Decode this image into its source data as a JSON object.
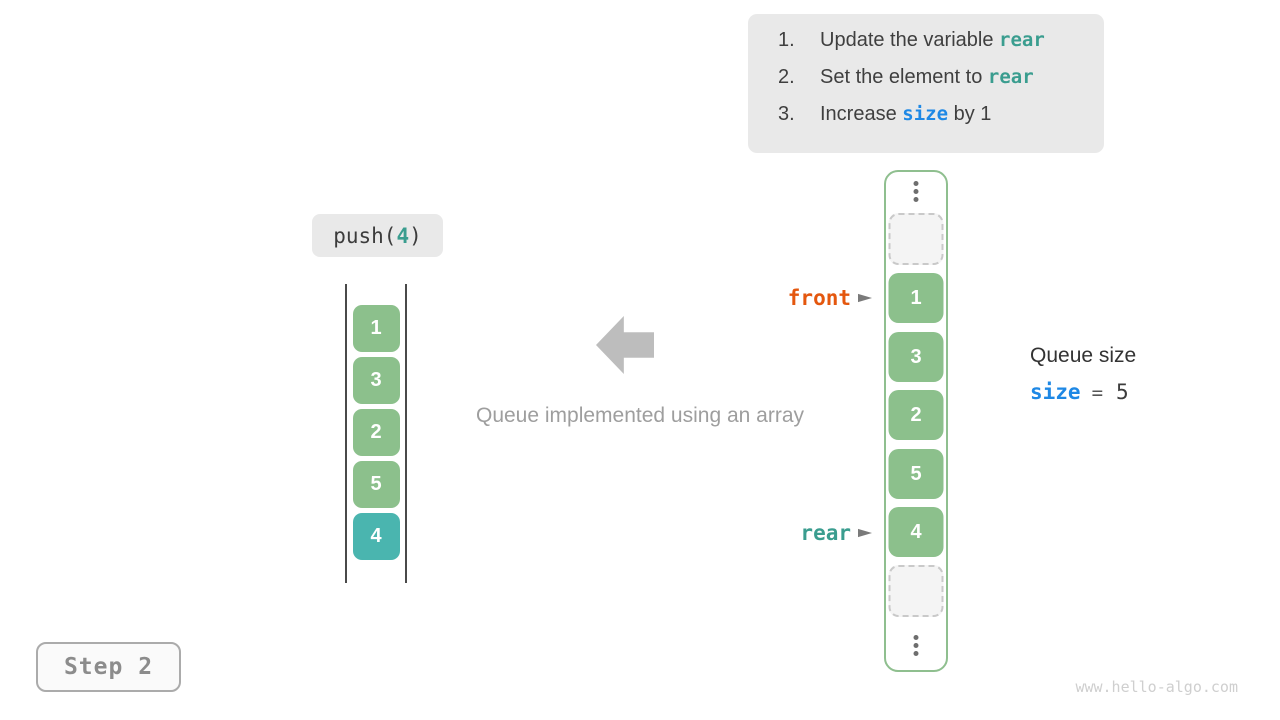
{
  "steps_panel": {
    "items": [
      {
        "num": "1.",
        "pre": "Update the variable ",
        "code": "rear",
        "post": ""
      },
      {
        "num": "2.",
        "pre": "Set the element to ",
        "code": "rear",
        "post": ""
      },
      {
        "num": "3.",
        "pre": "Increase ",
        "code": "size",
        "post": " by 1"
      }
    ]
  },
  "push_badge": {
    "fn": "push(",
    "arg": "4",
    "close": ")"
  },
  "left_stack": {
    "values": [
      "1",
      "3",
      "2",
      "5",
      "4"
    ],
    "highlight_value": "4"
  },
  "center": {
    "caption": "Queue implemented using an array",
    "arrow_icon": "left-block-arrow"
  },
  "array_panel": {
    "values": [
      "1",
      "3",
      "2",
      "5",
      "4"
    ],
    "highlight_value": "4",
    "empty_cells": 2,
    "ellipsis_icon": "vertical-ellipsis"
  },
  "pointers": {
    "front": {
      "label": "front",
      "arrow_icon": "right-arrowhead"
    },
    "rear": {
      "label": "rear",
      "arrow_icon": "right-arrowhead"
    }
  },
  "queue_size": {
    "title": "Queue size",
    "variable": "size",
    "equals": "=",
    "value": "5"
  },
  "step_badge": {
    "label": "Step 2"
  },
  "watermark": "www.hello-algo.com",
  "colors": {
    "cell_green": "#8cc08c",
    "cell_teal": "#4ab5af",
    "code_teal": "#3a9d8f",
    "code_blue": "#1e88e5",
    "front_orange": "#e4570e",
    "panel_gray": "#e9e9e9",
    "arrow_gray": "#bdbdbd"
  }
}
